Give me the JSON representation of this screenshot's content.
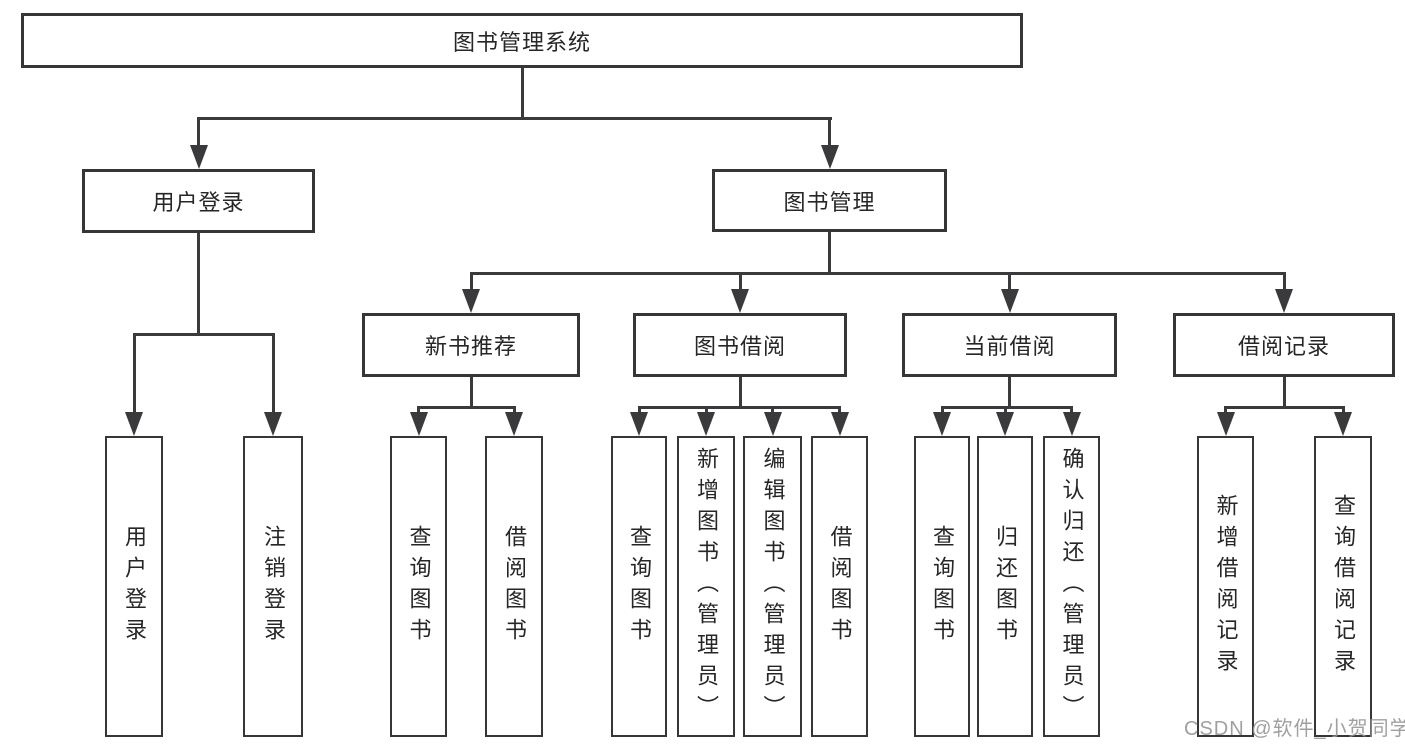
{
  "diagram": {
    "title": "图书管理系统",
    "root": {
      "label": "图书管理系统"
    },
    "level2": [
      {
        "label": "用户登录"
      },
      {
        "label": "图书管理"
      }
    ],
    "level3": [
      {
        "label": "新书推荐"
      },
      {
        "label": "图书借阅"
      },
      {
        "label": "当前借阅"
      },
      {
        "label": "借阅记录"
      }
    ],
    "leaves": [
      {
        "label": "用户登录"
      },
      {
        "label": "注销登录"
      },
      {
        "label": "查询图书"
      },
      {
        "label": "借阅图书"
      },
      {
        "label": "查询图书"
      },
      {
        "label": "新增图书（管理员）"
      },
      {
        "label": "编辑图书（管理员）"
      },
      {
        "label": "借阅图书"
      },
      {
        "label": "查询图书"
      },
      {
        "label": "归还图书"
      },
      {
        "label": "确认归还（管理员）"
      },
      {
        "label": "新增借阅记录"
      },
      {
        "label": "查询借阅记录"
      }
    ],
    "colors": {
      "line": "#3a3a3c",
      "box_border": "#363636",
      "text": "#262626",
      "background": "#ffffff",
      "watermark_text": "#969696"
    }
  },
  "watermark": {
    "text": "CSDN @软件_小贺同学"
  }
}
